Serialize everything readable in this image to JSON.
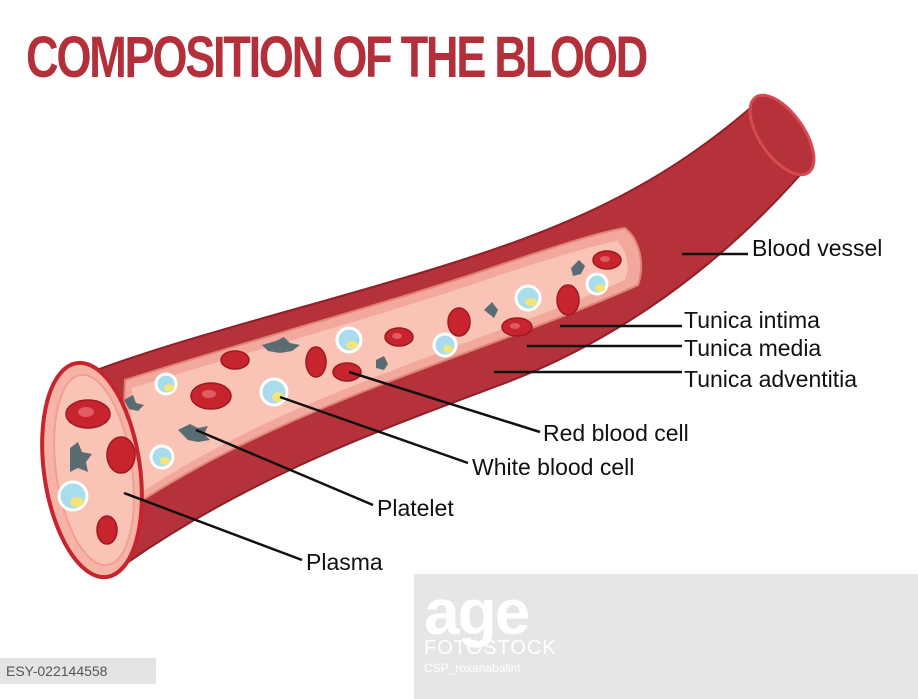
{
  "title": "COMPOSITION OF THE BLOOD",
  "labels": {
    "blood_vessel": "Blood vessel",
    "tunica_intima": "Tunica intima",
    "tunica_media": "Tunica media",
    "tunica_adventitia": "Tunica adventitia",
    "red_blood_cell": "Red blood cell",
    "white_blood_cell": "White blood cell",
    "platelet": "Platelet",
    "plasma": "Plasma"
  },
  "watermark": {
    "logo": "age",
    "stock": "FOTOSTOCK",
    "credit": "CSP_roxanabalint",
    "image_id": "ESY-022144558"
  },
  "colors": {
    "title": "#b32f3a",
    "vessel_wall": "#b5323a",
    "plasma": "#f9c3b6",
    "red_cell": "#c8242d",
    "white_cell": "#a9dcec",
    "platelet": "#5b6b73"
  }
}
